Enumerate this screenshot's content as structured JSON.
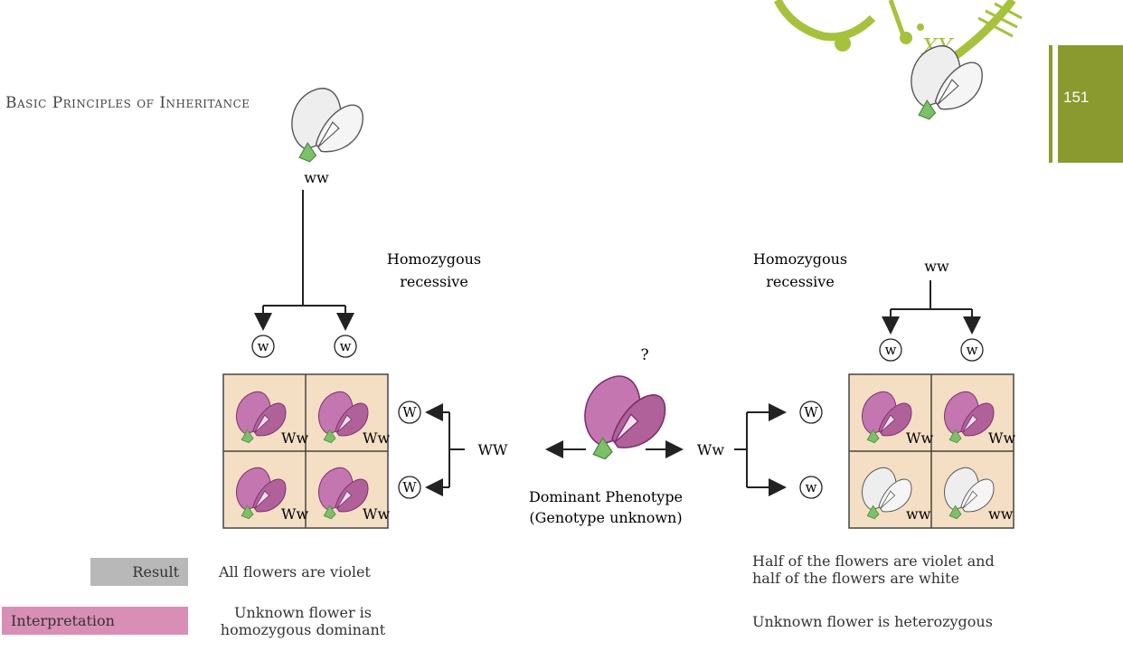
{
  "header": {
    "title": "Basic Principles of Inheritance",
    "page_number": "151"
  },
  "left_cross": {
    "parent_genotype": "ww",
    "parent_label_line1": "Homozygous",
    "parent_label_line2": "recessive",
    "gamete_top_1": "w",
    "gamete_top_2": "w",
    "gamete_side_1": "W",
    "gamete_side_2": "W",
    "cells": [
      "Ww",
      "Ww",
      "Ww",
      "Ww"
    ],
    "cell_colors": [
      "violet",
      "violet",
      "violet",
      "violet"
    ]
  },
  "center": {
    "question_mark": "?",
    "left_genotype": "WW",
    "right_genotype": "Ww",
    "label_line1": "Dominant Phenotype",
    "label_line2": "(Genotype unknown)"
  },
  "right_cross": {
    "parent_genotype": "ww",
    "parent_label_line1": "Homozygous",
    "parent_label_line2": "recessive",
    "gamete_top_1": "w",
    "gamete_top_2": "w",
    "gamete_side_1": "W",
    "gamete_side_2": "w",
    "cells": [
      "Ww",
      "Ww",
      "ww",
      "ww"
    ],
    "cell_colors": [
      "violet",
      "violet",
      "white",
      "white"
    ]
  },
  "legend": {
    "result_label": "Result",
    "interpretation_label": "Interpretation",
    "left_result": "All flowers are violet",
    "left_interpretation_line1": "Unknown flower is",
    "left_interpretation_line2": "homozygous dominant",
    "right_result_line1": "Half of the flowers are violet and",
    "right_result_line2": "half of the flowers are white",
    "right_interpretation": "Unknown flower is heterozygous"
  },
  "colors": {
    "accent_olive": "#8a9a2e",
    "header_green": "#a6c23c",
    "violet": "#b0619a",
    "grid_bg": "#f4dfc4",
    "result_gray": "#b8b8b8",
    "interp_pink": "#d98fb5"
  }
}
